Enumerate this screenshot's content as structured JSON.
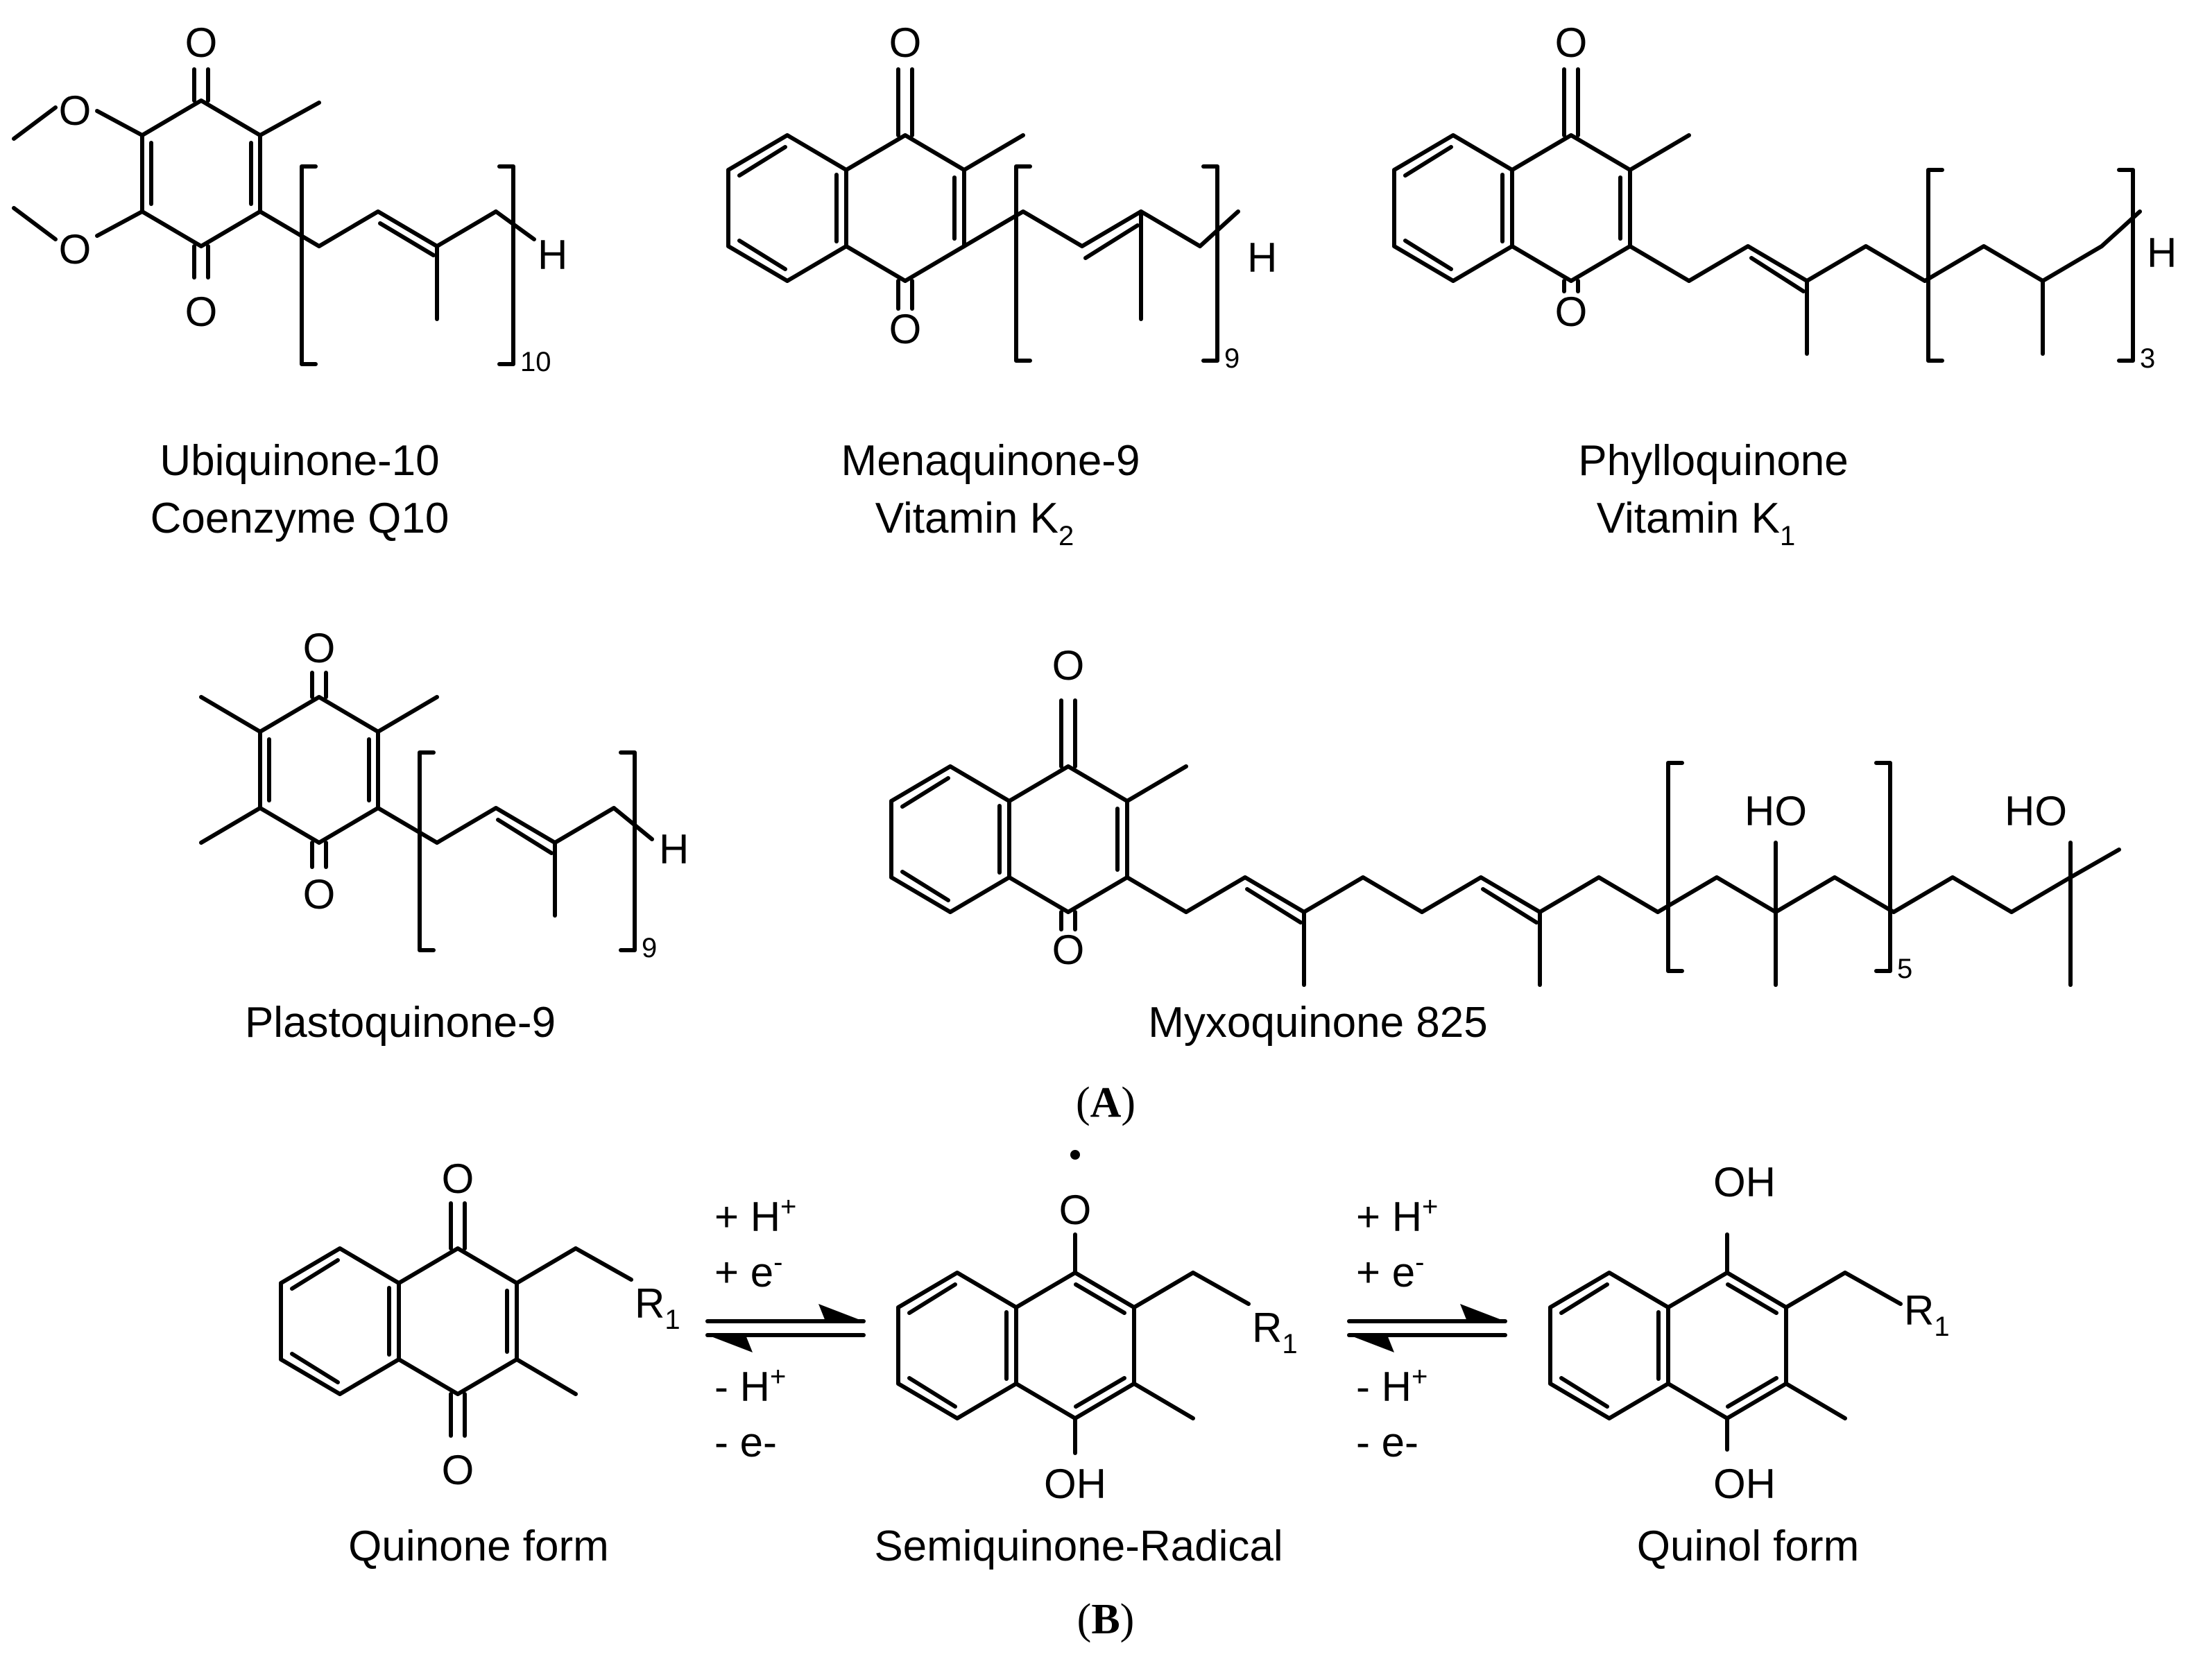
{
  "figure": {
    "panel_a_label": "A",
    "panel_b_label": "B"
  },
  "atoms": {
    "O": "O",
    "H": "H",
    "OH": "OH",
    "HO": "HO",
    "R": "R",
    "r_sub": "1"
  },
  "compounds": [
    {
      "id": "ubiquinone",
      "name_line1": "Ubiquinone-10",
      "name_line2": "Coenzyme Q10",
      "repeat": "10"
    },
    {
      "id": "menaquinone",
      "name_line1": "Menaquinone-9",
      "name_line2_main": "Vitamin K",
      "name_line2_sub": "2",
      "repeat": "9"
    },
    {
      "id": "phylloquinone",
      "name_line1": "Phylloquinone",
      "name_line2_main": "Vitamin K",
      "name_line2_sub": "1",
      "repeat": "3"
    },
    {
      "id": "plastoquinone",
      "name_line1": "Plastoquinone-9",
      "repeat": "9"
    },
    {
      "id": "myxoquinone",
      "name_line1": "Myxoquinone 825",
      "repeat": "5"
    }
  ],
  "redox": {
    "quinone_label": "Quinone form",
    "semiquinone_label": "Semiquinone-Radical",
    "quinol_label": "Quinol form",
    "forward_h": "+ H",
    "forward_e": "+ e",
    "reverse_h": "- H",
    "reverse_e": "- e-",
    "plus_sup": "+",
    "minus_sup": "-"
  }
}
